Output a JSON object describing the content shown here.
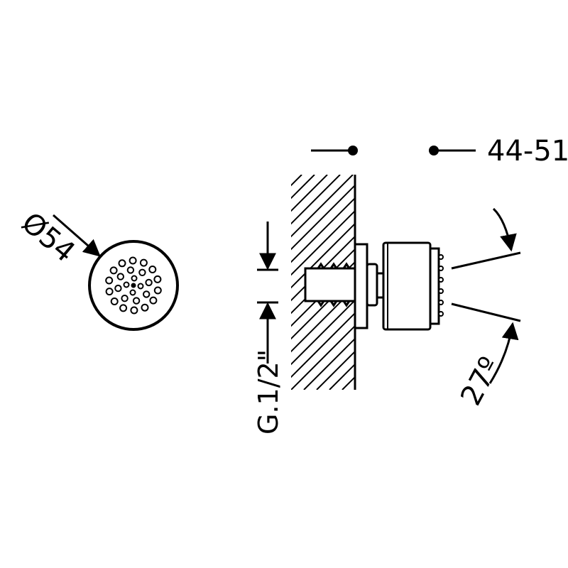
{
  "drawing": {
    "front_view": {
      "diameter_label": "Ø54"
    },
    "side_view": {
      "depth_label": "44-51",
      "thread_label": "G.1/2\"",
      "angle_label": "27º"
    }
  },
  "colors": {
    "line": "#000000",
    "background": "#ffffff",
    "nozzle_fill": "#d9d9d9"
  }
}
